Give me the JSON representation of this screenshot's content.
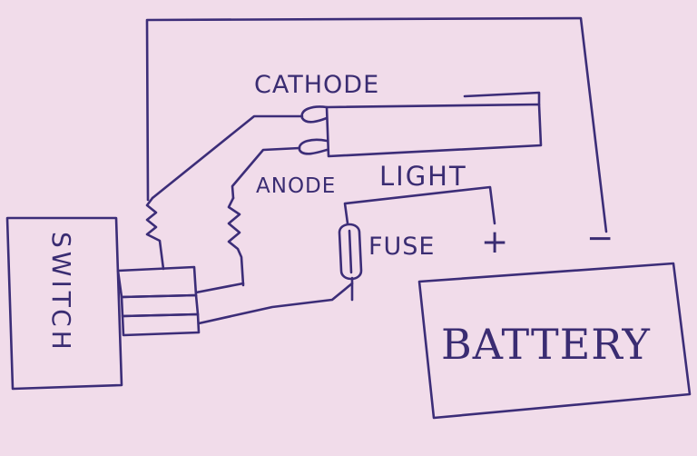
{
  "diagram": {
    "labels": {
      "cathode": "CATHODE",
      "anode": "ANODE",
      "light": "LIGHT",
      "fuse": "FUSE",
      "plus": "+",
      "minus": "−",
      "battery": "BATTERY",
      "switch": "SWITCH"
    },
    "colors": {
      "paper": "#f1dcea",
      "ink": "#3c2d78"
    }
  }
}
